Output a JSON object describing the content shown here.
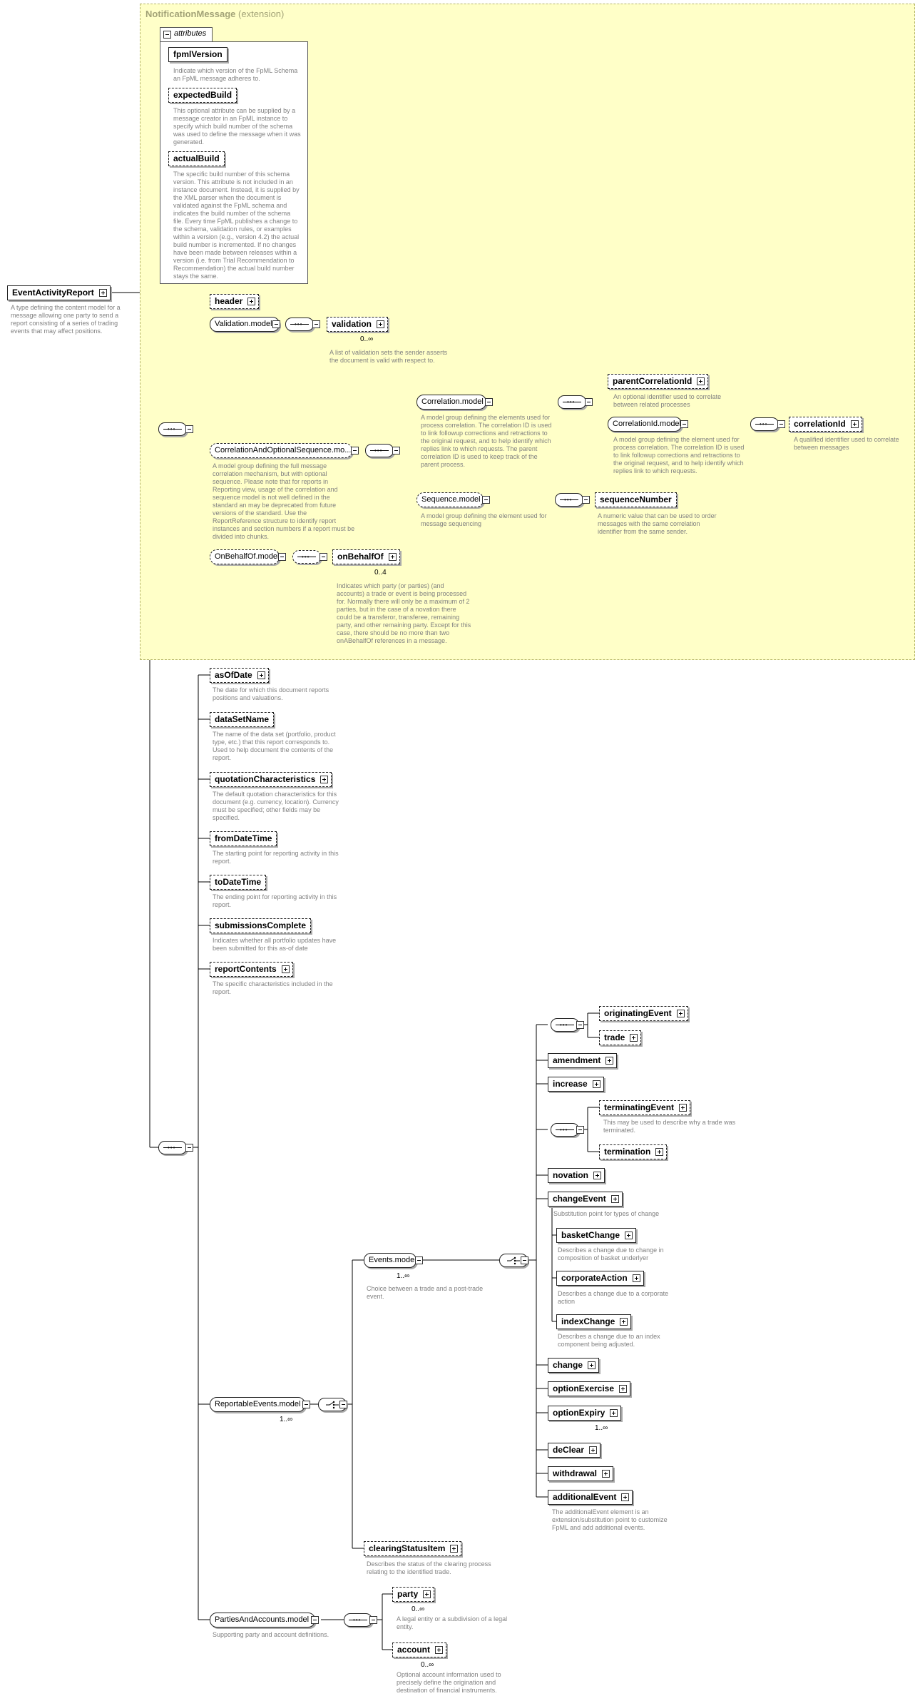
{
  "extension": {
    "title": "NotificationMessage",
    "subtitle": "(extension)"
  },
  "attributes": {
    "label": "attributes",
    "items": [
      {
        "name": "fpmlVersion",
        "desc": "Indicate which version of the FpML Schema an FpML message adheres to."
      },
      {
        "name": "expectedBuild",
        "desc": "This optional attribute can be supplied by a message creator in an FpML instance to specify which build number of the schema was used to define the message when it was generated."
      },
      {
        "name": "actualBuild",
        "desc": "The specific build number of this schema version. This attribute is not included in an instance document. Instead, it is supplied by the XML parser when the document is validated against the FpML schema and indicates the build number of the schema file. Every time FpML publishes a change to the schema, validation rules, or examples within a version (e.g., version 4.2) the actual build number is incremented. If no changes have been made between releases within a version (i.e. from Trial Recommendation to Recommendation) the actual build number stays the same."
      }
    ]
  },
  "root": {
    "name": "EventActivityReport",
    "desc": "A type defining the content model for a message allowing one party to send a report consisting of a series of trading events that may affect positions."
  },
  "ext_nodes": {
    "header": "header",
    "validation_model": "Validation.model",
    "validation": "validation",
    "validation_card": "0..∞",
    "validation_desc": "A list of validation sets the sender asserts the document is valid with respect to.",
    "corr_seq_model": "CorrelationAndOptionalSequence.mo...",
    "corr_seq_desc": "A model group defining the full message correlation mechanism, but with optional sequence. Please note that for reports in Reporting view, usage of the correlation and sequence model is not well defined in the standard an may be deprecated from future versions of the standard. Use the ReportReference structure to identify report instances and section numbers if a report must be divided into chunks.",
    "correlation_model": "Correlation.model",
    "correlation_desc": "A model group defining the elements used for process correlation. The correlation ID is used to link followup corrections and retractions to the original request, and to help identify which replies link to which requests. The parent correlation ID is used to keep track of the parent process.",
    "parentCorrelationId": "parentCorrelationId",
    "parentCorrelationId_desc": "An optional identifier used to correlate between related processes",
    "correlationid_model": "CorrelationId.model",
    "correlationid_model_desc": "A model group defining the element used for process correlation. The correlation ID is used to link followup corrections and retractions to the original request, and to help identify which replies link to which requests.",
    "correlationId": "correlationId",
    "correlationId_desc": "A qualified identifier used to correlate between messages",
    "sequence_model": "Sequence.model",
    "sequence_model_desc": "A model group defining the element used for message sequencing",
    "sequenceNumber": "sequenceNumber",
    "sequenceNumber_desc": "A numeric value that can be used to order messages with the same correlation identifier from the same sender.",
    "onbehalf_model": "OnBehalfOf.model",
    "onBehalfOf": "onBehalfOf",
    "onBehalfOf_card": "0..4",
    "onBehalfOf_desc": "Indicates which party (or parties) (and accounts) a trade or event is being processed for. Normally there will only be a maximum of 2 parties, but in the case of a novation there could be a transferor, transferee, remaining party, and other remaining party. Except for this case, there should be no more than two onABehalfOf references in a message."
  },
  "main_nodes": [
    {
      "name": "asOfDate",
      "desc": "The date for which this document reports positions and valuations."
    },
    {
      "name": "dataSetName",
      "desc": "The name of the data set (portfolio, product type, etc.) that this report corresponds to. Used to help document the contents of the report."
    },
    {
      "name": "quotationCharacteristics",
      "desc": "The default quotation characteristics for this document (e.g. currency, location). Currency must be specified; other fields may be specified."
    },
    {
      "name": "fromDateTime",
      "desc": "The starting point for reporting activity in this report."
    },
    {
      "name": "toDateTime",
      "desc": "The ending point for reporting activity in this report."
    },
    {
      "name": "submissionsComplete",
      "desc": "Indicates whether all portfolio updates have been submitted for this as-of date"
    },
    {
      "name": "reportContents",
      "desc": "The specific characteristics included in the report."
    }
  ],
  "events": {
    "reportable_model": "ReportableEvents.model",
    "reportable_card": "1..∞",
    "events_model": "Events.model",
    "events_card": "1..∞",
    "events_desc": "Choice between a trade and a post-trade event.",
    "originatingEvent": "originatingEvent",
    "trade": "trade",
    "amendment": "amendment",
    "increase": "increase",
    "terminatingEvent": "terminatingEvent",
    "terminatingEvent_desc": "This may be used to describe why a trade was terminated.",
    "termination": "termination",
    "novation": "novation",
    "changeEvent": "changeEvent",
    "changeEvent_desc": "Substitution point for types of change",
    "basketChange": "basketChange",
    "basketChange_desc": "Describes a change due to change in composition of basket underlyer",
    "corporateAction": "corporateAction",
    "corporateAction_desc": "Describes a change due to a corporate action",
    "indexChange": "indexChange",
    "indexChange_desc": "Describes a change due to an index component being adjusted.",
    "change": "change",
    "optionExercise": "optionExercise",
    "optionExpiry": "optionExpiry",
    "optionExpiry_card": "1..∞",
    "deClear": "deClear",
    "withdrawal": "withdrawal",
    "additionalEvent": "additionalEvent",
    "additionalEvent_desc": "The additionalEvent element is an extension/substitution point to customize FpML and add additional events.",
    "clearingStatusItem": "clearingStatusItem",
    "clearingStatusItem_desc": "Describes the status of the clearing process relating to the identified trade."
  },
  "parties": {
    "model": "PartiesAndAccounts.model",
    "model_desc": "Supporting party and account definitions.",
    "party": "party",
    "party_card": "0..∞",
    "party_desc": "A legal entity or a subdivision of a legal entity.",
    "account": "account",
    "account_card": "0..∞",
    "account_desc": "Optional account information used to precisely define the origination and destination of financial instruments."
  }
}
